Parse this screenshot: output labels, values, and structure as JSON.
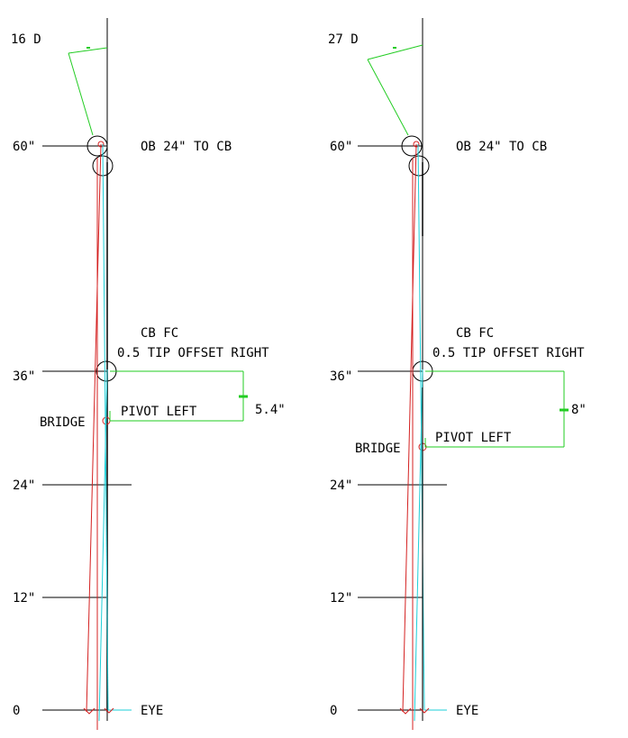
{
  "colors": {
    "ink": "#000000",
    "cue_red": "#d42020",
    "line_cyan": "#1ecfd8",
    "dim_green": "#22cc22"
  },
  "panels": [
    {
      "angle_label": "16 D",
      "ob_label": "OB 24\" TO CB",
      "cb_label": "CB  FC",
      "offset_label": "0.5 TIP OFFSET RIGHT",
      "pivot_label": "PIVOT LEFT",
      "bridge_label": "BRIDGE",
      "dim_label": "5.4\"",
      "eye_label": "EYE",
      "ticks": [
        "60\"",
        "36\"",
        "24\"",
        "12\"",
        "0"
      ]
    },
    {
      "angle_label": "27 D",
      "ob_label": "OB 24\" TO CB",
      "cb_label": "CB  FC",
      "offset_label": "0.5 TIP OFFSET RIGHT",
      "pivot_label": "PIVOT LEFT",
      "bridge_label": "BRIDGE",
      "dim_label": "8\"",
      "eye_label": "EYE",
      "ticks": [
        "60\"",
        "36\"",
        "24\"",
        "12\"",
        "0"
      ]
    }
  ]
}
